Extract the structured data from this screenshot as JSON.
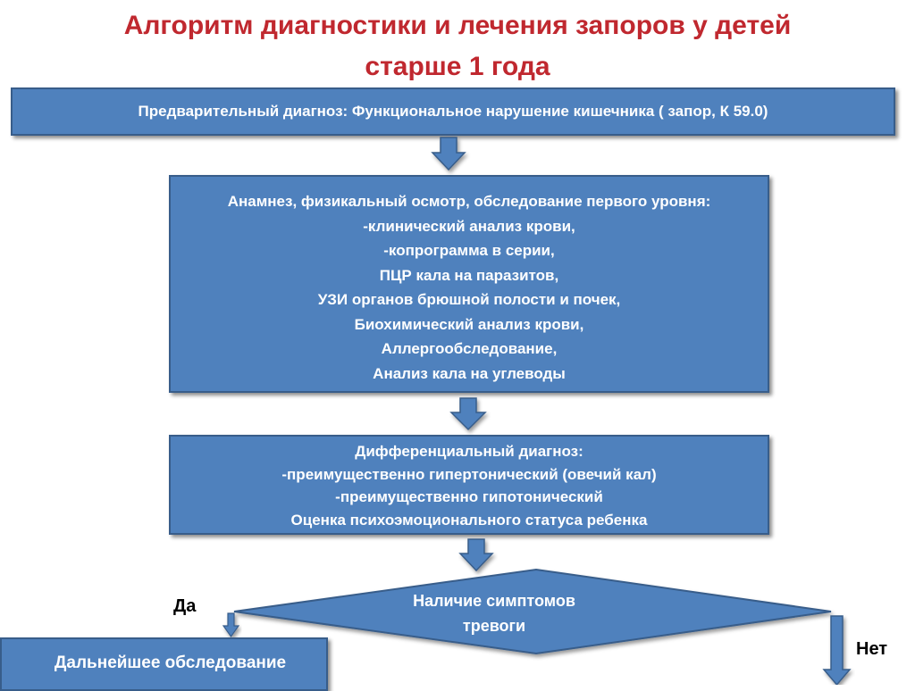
{
  "title": {
    "line1": "Алгоритм диагностики и лечения запоров у детей",
    "line2": "старше 1 года"
  },
  "preliminary": {
    "text": "Предварительный диагноз: Функциональное нарушение кишечника ( запор, К 59.0)"
  },
  "anamnesis": {
    "lines": [
      "Анамнез, физикальный осмотр, обследование первого уровня:",
      "-клинический анализ крови,",
      "-копрограмма в серии,",
      "ПЦР кала на паразитов,",
      "УЗИ органов брюшной полости и почек,",
      "Биохимический анализ крови,",
      "Аллергообследование,",
      "Анализ кала на углеводы"
    ]
  },
  "differential": {
    "lines": [
      "Дифференциальный  диагноз:",
      "-преимущественно гипертонический (овечий кал)",
      "-преимущественно гипотонический",
      "Оценка психоэмоционального статуса ребенка"
    ]
  },
  "decision": {
    "line1": "Наличие симптомов",
    "line2": "тревоги"
  },
  "labels": {
    "yes": "Да",
    "no": "Нет"
  },
  "further": {
    "text": "Дальнейшее обследование"
  },
  "colors": {
    "title": "#c0282f",
    "box_fill": "#4f81bd",
    "box_border": "#385d8a",
    "text_on_box": "#ffffff"
  }
}
